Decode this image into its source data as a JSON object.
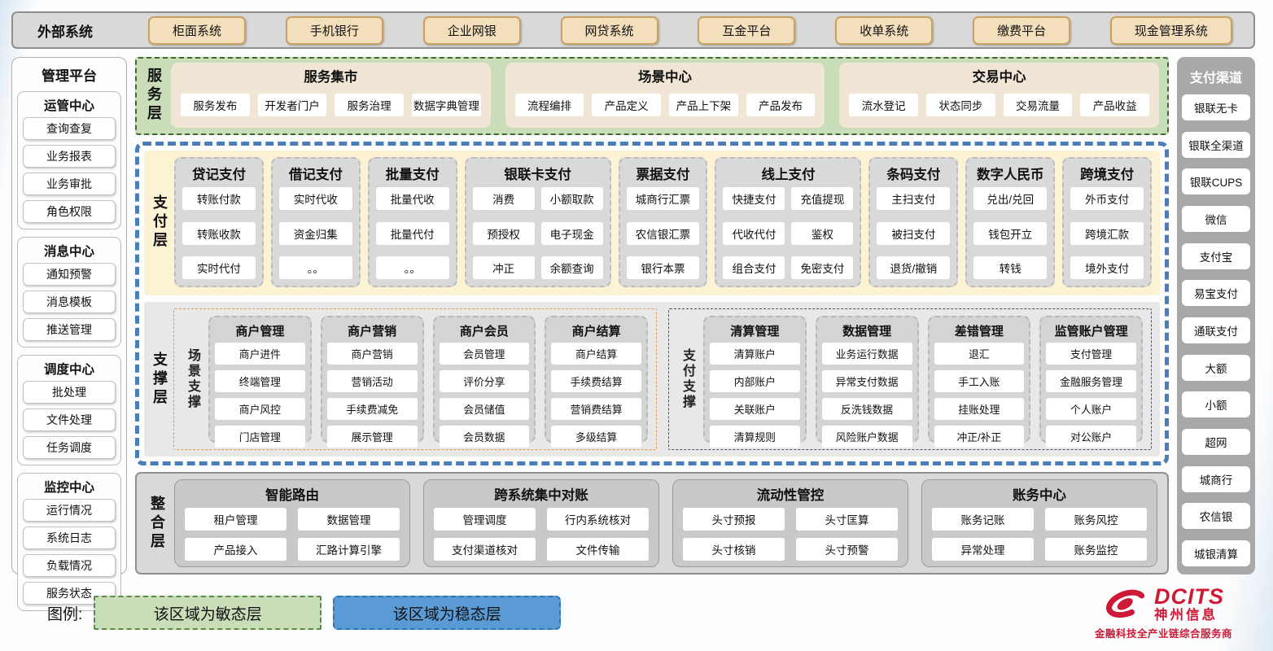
{
  "external_systems": {
    "label": "外部系统",
    "items": [
      "柜面系统",
      "手机银行",
      "企业网银",
      "网贷系统",
      "互金平台",
      "收单系统",
      "缴费平台",
      "现金管理系统"
    ]
  },
  "management_platform": {
    "title": "管理平台",
    "groups": [
      {
        "title": "运管中心",
        "items": [
          "查询查复",
          "业务报表",
          "业务审批",
          "角色权限"
        ]
      },
      {
        "title": "消息中心",
        "items": [
          "通知预警",
          "消息模板",
          "推送管理"
        ]
      },
      {
        "title": "调度中心",
        "items": [
          "批处理",
          "文件处理",
          "任务调度"
        ]
      },
      {
        "title": "监控中心",
        "items": [
          "运行情况",
          "系统日志",
          "负载情况",
          "服务状态"
        ]
      }
    ]
  },
  "service_layer": {
    "label": "服务层",
    "groups": [
      {
        "title": "服务集市",
        "items": [
          "服务发布",
          "开发者门户",
          "服务治理",
          "数据字典管理"
        ]
      },
      {
        "title": "场景中心",
        "items": [
          "流程编排",
          "产品定义",
          "产品上下架",
          "产品发布"
        ]
      },
      {
        "title": "交易中心",
        "items": [
          "流水登记",
          "状态同步",
          "交易流量",
          "产品收益"
        ]
      }
    ]
  },
  "payment_layer": {
    "label": "支付层",
    "columns": [
      {
        "title": "贷记支付",
        "cols": 1,
        "items": [
          "转账付款",
          "转账收款",
          "实时代付"
        ]
      },
      {
        "title": "借记支付",
        "cols": 1,
        "items": [
          "实时代收",
          "资金归集",
          "。。"
        ]
      },
      {
        "title": "批量支付",
        "cols": 1,
        "items": [
          "批量代收",
          "批量代付",
          "。。"
        ]
      },
      {
        "title": "银联卡支付",
        "cols": 2,
        "items": [
          "消费",
          "小额取款",
          "预授权",
          "电子现金",
          "冲正",
          "余额查询"
        ]
      },
      {
        "title": "票据支付",
        "cols": 1,
        "items": [
          "城商行汇票",
          "农信银汇票",
          "银行本票"
        ]
      },
      {
        "title": "线上支付",
        "cols": 2,
        "items": [
          "快捷支付",
          "充值提现",
          "代收代付",
          "鉴权",
          "组合支付",
          "免密支付"
        ]
      },
      {
        "title": "条码支付",
        "cols": 1,
        "items": [
          "主扫支付",
          "被扫支付",
          "退货/撤销"
        ]
      },
      {
        "title": "数字人民币",
        "cols": 1,
        "items": [
          "兑出/兑回",
          "钱包开立",
          "转钱"
        ]
      },
      {
        "title": "跨境支付",
        "cols": 1,
        "items": [
          "外币支付",
          "跨境汇款",
          "境外支付"
        ]
      }
    ]
  },
  "support_layer": {
    "label": "支撑层",
    "sections": [
      {
        "label": "场景支撑",
        "accent": "orange",
        "columns": [
          {
            "title": "商户管理",
            "items": [
              "商户进件",
              "终端管理",
              "商户风控",
              "门店管理"
            ]
          },
          {
            "title": "商户营销",
            "items": [
              "商户营销",
              "营销活动",
              "手续费减免",
              "展示管理"
            ]
          },
          {
            "title": "商户会员",
            "items": [
              "会员管理",
              "评价分享",
              "会员储值",
              "会员数据"
            ]
          },
          {
            "title": "商户结算",
            "items": [
              "商户结算",
              "手续费结算",
              "营销费结算",
              "多级结算"
            ]
          }
        ]
      },
      {
        "label": "支付支撑",
        "accent": "slate",
        "columns": [
          {
            "title": "清算管理",
            "items": [
              "清算账户",
              "内部账户",
              "关联账户",
              "清算规则"
            ]
          },
          {
            "title": "数据管理",
            "items": [
              "业务运行数据",
              "异常支付数据",
              "反洗钱数据",
              "风险账户数据"
            ]
          },
          {
            "title": "差错管理",
            "items": [
              "退汇",
              "手工入账",
              "挂账处理",
              "冲正/补正"
            ]
          },
          {
            "title": "监管账户管理",
            "items": [
              "支付管理",
              "金融服务管理",
              "个人账户",
              "对公账户"
            ]
          }
        ]
      }
    ]
  },
  "integration_layer": {
    "label": "整合层",
    "groups": [
      {
        "title": "智能路由",
        "items": [
          "租户管理",
          "数据管理",
          "产品接入",
          "汇路计算引擎"
        ]
      },
      {
        "title": "跨系统集中对账",
        "items": [
          "管理调度",
          "行内系统核对",
          "支付渠道核对",
          "文件传输"
        ]
      },
      {
        "title": "流动性管控",
        "items": [
          "头寸预报",
          "头寸匡算",
          "头寸核销",
          "头寸预警"
        ]
      },
      {
        "title": "账务中心",
        "items": [
          "账务记账",
          "账务风控",
          "异常处理",
          "账务监控"
        ]
      }
    ]
  },
  "payment_channels": {
    "title": "支付渠道",
    "items": [
      "银联无卡",
      "银联全渠道",
      "银联CUPS",
      "微信",
      "支付宝",
      "易宝支付",
      "通联支付",
      "大额",
      "小额",
      "超网",
      "城商行",
      "农信银",
      "城银清算"
    ]
  },
  "legend": {
    "label": "图例:",
    "agile": "该区域为敏态层",
    "stable": "该区域为稳态层"
  },
  "logo": {
    "brand": "DCITS",
    "company": "神州信息",
    "tagline": "金融科技全产业链综合服务商"
  },
  "colors": {
    "agile_green": "#C9DDB9",
    "agile_green_border": "#41682F",
    "stable_blue_border": "#4A7EBB",
    "legend_stable_blue": "#5B9BD5",
    "tan_button": "#F4DFBD",
    "tan_button_border": "#C8A25E",
    "payment_cream": "#FCF3D5",
    "scene_support_accent": "#E39A50",
    "pay_support_accent": "#44546A",
    "panel_gray": "#D9D9D9",
    "brand_red": "#CF1A37"
  }
}
